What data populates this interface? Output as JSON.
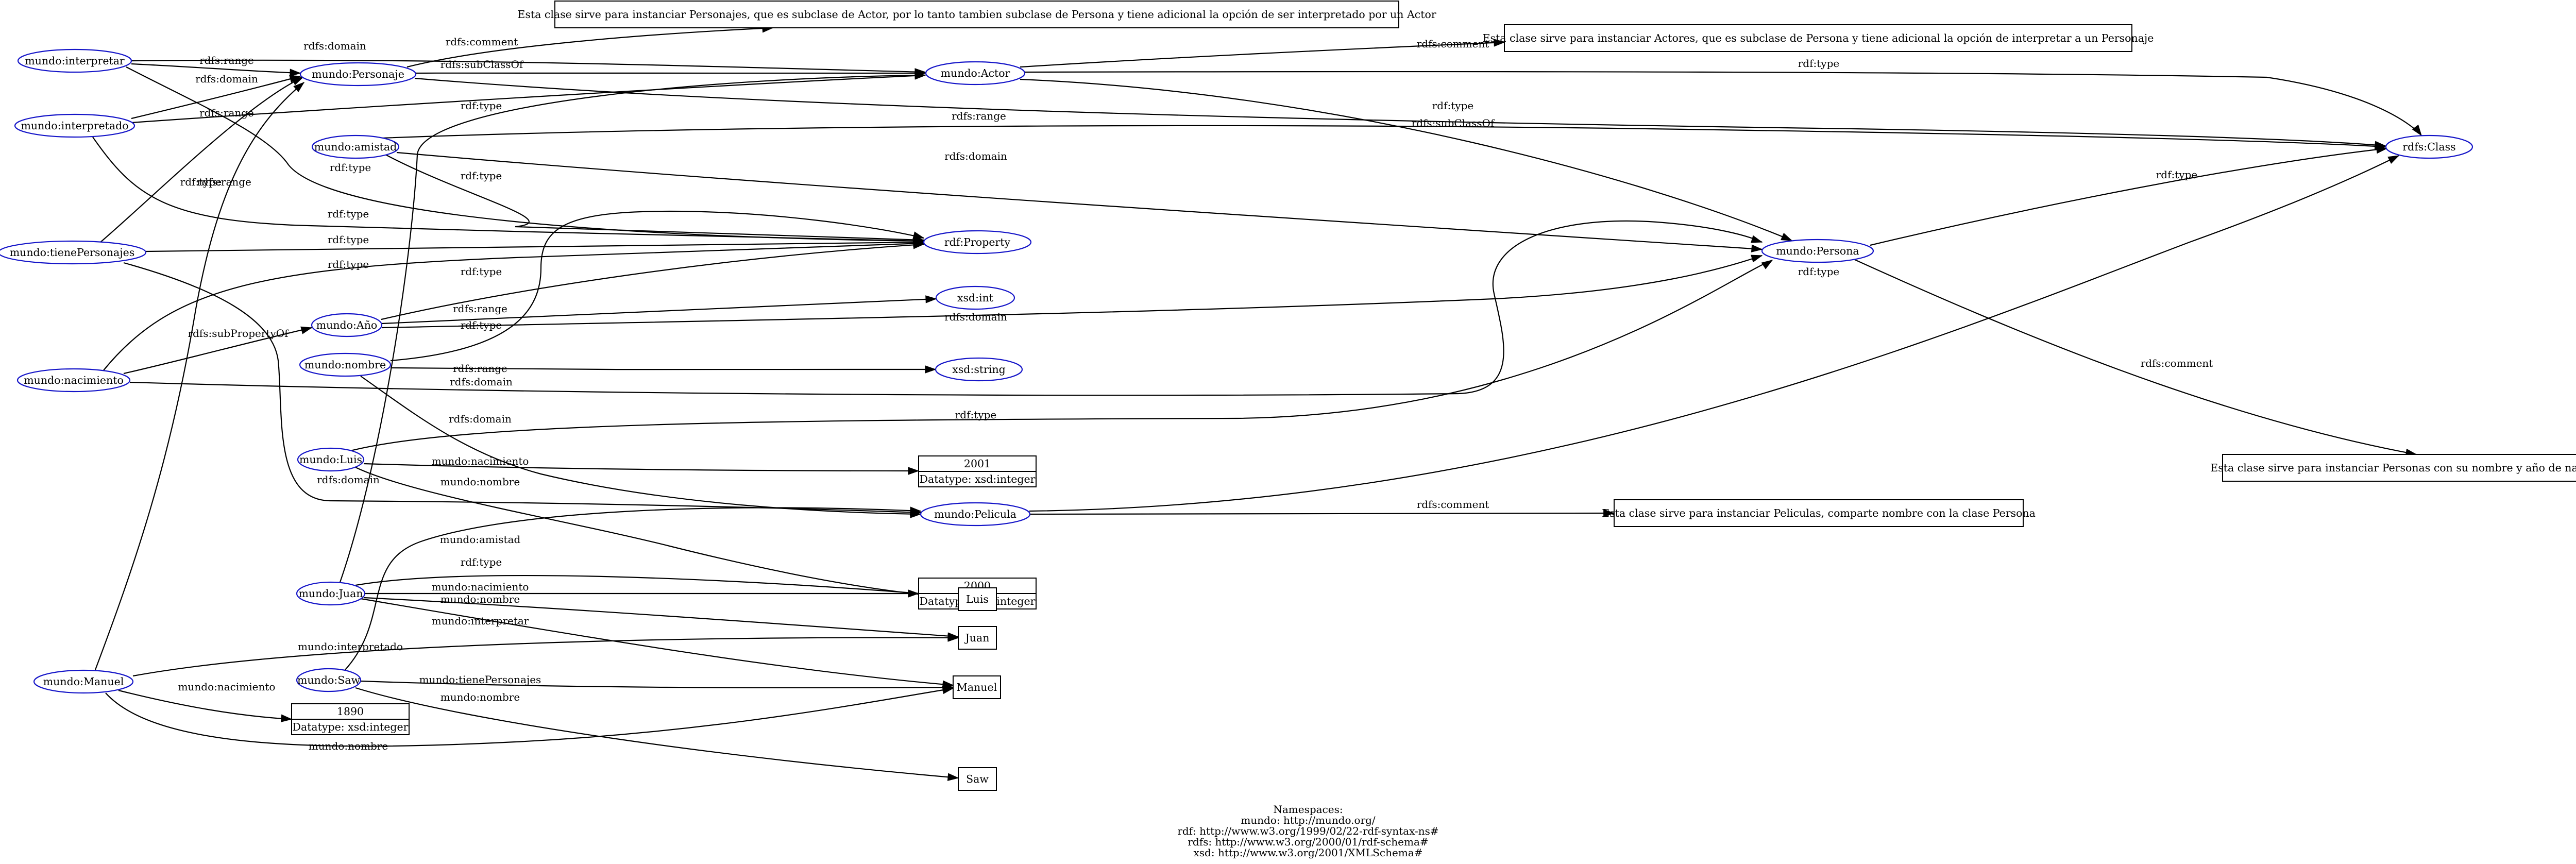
{
  "nodes": [
    {
      "id": "interpretar",
      "label": "mundo:interpretar",
      "shape": "ellipse"
    },
    {
      "id": "interpretado",
      "label": "mundo:interpretado",
      "shape": "ellipse"
    },
    {
      "id": "tienePersonajes",
      "label": "mundo:tienePersonajes",
      "shape": "ellipse"
    },
    {
      "id": "nacimiento",
      "label": "mundo:nacimiento",
      "shape": "ellipse"
    },
    {
      "id": "Manuel",
      "label": "mundo:Manuel",
      "shape": "ellipse"
    },
    {
      "id": "Personaje",
      "label": "mundo:Personaje",
      "shape": "ellipse"
    },
    {
      "id": "amistad",
      "label": "mundo:amistad",
      "shape": "ellipse"
    },
    {
      "id": "Anio",
      "label": "mundo:Año",
      "shape": "ellipse"
    },
    {
      "id": "nombre",
      "label": "mundo:nombre",
      "shape": "ellipse"
    },
    {
      "id": "Luis",
      "label": "mundo:Luis",
      "shape": "ellipse"
    },
    {
      "id": "Juan",
      "label": "mundo:Juan",
      "shape": "ellipse"
    },
    {
      "id": "Saw",
      "label": "mundo:Saw",
      "shape": "ellipse"
    },
    {
      "id": "Actor",
      "label": "mundo:Actor",
      "shape": "ellipse"
    },
    {
      "id": "rdfProperty",
      "label": "rdf:Property",
      "shape": "ellipse"
    },
    {
      "id": "xsdint",
      "label": "xsd:int",
      "shape": "ellipse"
    },
    {
      "id": "xsdstring",
      "label": "xsd:string",
      "shape": "ellipse"
    },
    {
      "id": "Pelicula",
      "label": "mundo:Pelicula",
      "shape": "ellipse"
    },
    {
      "id": "Persona",
      "label": "mundo:Persona",
      "shape": "ellipse"
    },
    {
      "id": "rdfsClass",
      "label": "rdfs:Class",
      "shape": "ellipse"
    },
    {
      "id": "cmtPersonaje",
      "label": "Esta clase sirve para instanciar Personajes, que es subclase de Actor, por lo tanto tambien subclase de Persona y tiene adicional la opción de ser interpretado por un Actor",
      "shape": "box"
    },
    {
      "id": "cmtActor",
      "label": "Esta clase sirve para instanciar Actores, que es subclase de Persona y tiene adicional la opción de interpretar a un Personaje",
      "shape": "box"
    },
    {
      "id": "cmtPersona",
      "label": "Esta clase sirve para instanciar Personas con su nombre y año de nacimiento",
      "shape": "box"
    },
    {
      "id": "cmtPelicula",
      "label": "Esta clase sirve para instanciar Peliculas, comparte nombre con la clase Persona",
      "shape": "box"
    },
    {
      "id": "lit2001",
      "label": "2001",
      "datatype": "Datatype: xsd:integer",
      "shape": "literal"
    },
    {
      "id": "lit2000",
      "label": "2000",
      "datatype": "Datatype: xsd:integer",
      "shape": "literal"
    },
    {
      "id": "lit1890",
      "label": "1890",
      "datatype": "Datatype: xsd:integer",
      "shape": "literal"
    },
    {
      "id": "litLuis",
      "label": "Luis",
      "shape": "box"
    },
    {
      "id": "litJuan",
      "label": "Juan",
      "shape": "box"
    },
    {
      "id": "litManuel",
      "label": "Manuel",
      "shape": "box"
    },
    {
      "id": "litSaw",
      "label": "Saw",
      "shape": "box"
    }
  ],
  "edges": [
    {
      "from": "interpretar",
      "to": "Actor",
      "label": "rdfs:domain"
    },
    {
      "from": "interpretar",
      "to": "Personaje",
      "label": "rdfs:range"
    },
    {
      "from": "interpretar",
      "to": "rdfProperty",
      "label": "rdf:type"
    },
    {
      "from": "interpretado",
      "to": "Personaje",
      "label": "rdfs:domain"
    },
    {
      "from": "interpretado",
      "to": "Actor",
      "label": "rdfs:range"
    },
    {
      "from": "interpretado",
      "to": "rdfProperty",
      "label": "rdf:type"
    },
    {
      "from": "tienePersonajes",
      "to": "Personaje",
      "label": "rdfs:range"
    },
    {
      "from": "tienePersonajes",
      "to": "rdfProperty",
      "label": "rdf:type"
    },
    {
      "from": "tienePersonajes",
      "to": "Pelicula",
      "label": "rdfs:domain"
    },
    {
      "from": "nacimiento",
      "to": "rdfProperty",
      "label": "rdf:type"
    },
    {
      "from": "nacimiento",
      "to": "Anio",
      "label": "rdfs:subPropertyOf"
    },
    {
      "from": "nacimiento",
      "to": "Persona",
      "label": "rdfs:domain"
    },
    {
      "from": "Manuel",
      "to": "Personaje",
      "label": "rdf:type"
    },
    {
      "from": "Manuel",
      "to": "litJuan",
      "label": "mundo:interpretado"
    },
    {
      "from": "Manuel",
      "to": "lit1890",
      "label": "mundo:nacimiento"
    },
    {
      "from": "Manuel",
      "to": "litManuel",
      "label": "mundo:nombre"
    },
    {
      "from": "Personaje",
      "to": "cmtPersonaje",
      "label": "rdfs:comment"
    },
    {
      "from": "Personaje",
      "to": "Actor",
      "label": "rdfs:subClassOf"
    },
    {
      "from": "Personaje",
      "to": "rdfsClass",
      "label": "rdf:type"
    },
    {
      "from": "amistad",
      "to": "rdfProperty",
      "label": "rdf:type"
    },
    {
      "from": "amistad",
      "to": "rdfsClass",
      "label": "rdfs:range"
    },
    {
      "from": "amistad",
      "to": "Persona",
      "label": "rdfs:domain"
    },
    {
      "from": "Anio",
      "to": "rdfProperty",
      "label": "rdf:type"
    },
    {
      "from": "Anio",
      "to": "xsdint",
      "label": "rdfs:range"
    },
    {
      "from": "Anio",
      "to": "Persona",
      "label": "rdfs:domain"
    },
    {
      "from": "nombre",
      "to": "rdfProperty",
      "label": "rdf:type"
    },
    {
      "from": "nombre",
      "to": "xsdstring",
      "label": "rdfs:range"
    },
    {
      "from": "nombre",
      "to": "Pelicula",
      "label": "rdfs:domain"
    },
    {
      "from": "Luis",
      "to": "Persona",
      "label": "rdf:type"
    },
    {
      "from": "Luis",
      "to": "lit2001",
      "label": "mundo:nacimiento"
    },
    {
      "from": "Luis",
      "to": "litLuis",
      "label": "mundo:nombre"
    },
    {
      "from": "Juan",
      "to": "Actor",
      "label": "rdf:type"
    },
    {
      "from": "Juan",
      "to": "litLuis",
      "label": "mundo:amistad"
    },
    {
      "from": "Juan",
      "to": "lit2000",
      "label": "mundo:nacimiento"
    },
    {
      "from": "Juan",
      "to": "litManuel",
      "label": "mundo:nombre"
    },
    {
      "from": "Juan",
      "to": "litJuan",
      "label": "mundo:interpretar"
    },
    {
      "from": "Saw",
      "to": "Pelicula",
      "label": "rdf:type"
    },
    {
      "from": "Saw",
      "to": "litManuel",
      "label": "mundo:tienePersonajes"
    },
    {
      "from": "Saw",
      "to": "litSaw",
      "label": "mundo:nombre"
    },
    {
      "from": "Actor",
      "to": "cmtActor",
      "label": "rdfs:comment"
    },
    {
      "from": "Actor",
      "to": "rdfsClass",
      "label": "rdf:type"
    },
    {
      "from": "Actor",
      "to": "Persona",
      "label": "rdfs:subClassOf"
    },
    {
      "from": "Persona",
      "to": "rdfsClass",
      "label": "rdf:type"
    },
    {
      "from": "Persona",
      "to": "cmtPersona",
      "label": "rdfs:comment"
    },
    {
      "from": "Pelicula",
      "to": "cmtPelicula",
      "label": "rdfs:comment"
    },
    {
      "from": "Pelicula",
      "to": "rdfsClass",
      "label": "rdf:type"
    }
  ],
  "namespaces": {
    "title": "Namespaces:",
    "lines": [
      "mundo: http://mundo.org/",
      "rdf: http://www.w3.org/1999/02/22-rdf-syntax-ns#",
      "rdfs: http://www.w3.org/2000/01/rdf-schema#",
      "xsd: http://www.w3.org/2001/XMLSchema#"
    ]
  }
}
